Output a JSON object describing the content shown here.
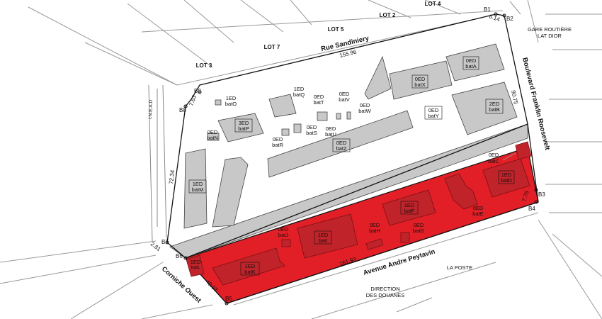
{
  "lots": {
    "lot4": "LOT 4",
    "lot2": "LOT 2",
    "lot5": "LOT 5",
    "lot7": "LOT 7",
    "lot3": "LOT 3"
  },
  "streets": {
    "rue_sandiniery": "Rue Sandiniery",
    "boulevard": "Boulevard Franklin Roosevelt",
    "avenue": "Avenue Andre Peytavin",
    "corniche": "Corniche Ouest",
    "inead": "I.N.E.A.D"
  },
  "places": {
    "gare_line1": "GARE ROUTIÈRE",
    "gare_line2": "LAT DIOR",
    "la_poste": "LA POSTE",
    "douanes_line1": "DIRECTION",
    "douanes_line2": "DES DOUANES"
  },
  "points": {
    "b1": "B1",
    "b2": "B2",
    "b3": "B3",
    "b4": "B4",
    "b5": "B5",
    "b6": "B6",
    "b7": "B7",
    "b8": "B8",
    "b9": "B9"
  },
  "dimensions": {
    "north": "155.96",
    "south": "161.93",
    "west": "72.34",
    "east": "90.75",
    "b1b2": "6.14",
    "b3": "7.76",
    "b6": "2.81",
    "b9": "7.63",
    "sw": "40.97"
  },
  "buildings": [
    {
      "id": "batA",
      "ed": "0ED",
      "name": "batA"
    },
    {
      "id": "batB",
      "ed": "2ED",
      "name": "batB"
    },
    {
      "id": "batC",
      "ed": "0ED",
      "name": "batC"
    },
    {
      "id": "batD",
      "ed": "1ED",
      "name": "batD"
    },
    {
      "id": "batE",
      "ed": "0ED",
      "name": "batE"
    },
    {
      "id": "batF",
      "ed": "1ED",
      "name": "batF"
    },
    {
      "id": "batG",
      "ed": "0ED",
      "name": "batG"
    },
    {
      "id": "batH",
      "ed": "0ED",
      "name": "batH"
    },
    {
      "id": "batI",
      "ed": "1ED",
      "name": "batI"
    },
    {
      "id": "batJ",
      "ed": "0ED",
      "name": "batJ"
    },
    {
      "id": "batK",
      "ed": "1ED",
      "name": "batK"
    },
    {
      "id": "batL",
      "ed": "1ED",
      "name": "batL"
    },
    {
      "id": "batM",
      "ed": "1ED",
      "name": "batM"
    },
    {
      "id": "batN",
      "ed": "0ED",
      "name": "batN"
    },
    {
      "id": "batO",
      "ed": "1ED",
      "name": "batO"
    },
    {
      "id": "batP",
      "ed": "3ED",
      "name": "batP"
    },
    {
      "id": "batQ",
      "ed": "1ED",
      "name": "batQ"
    },
    {
      "id": "batR",
      "ed": "0ED",
      "name": "batR"
    },
    {
      "id": "batS",
      "ed": "0ED",
      "name": "batS"
    },
    {
      "id": "batT",
      "ed": "0ED",
      "name": "batT"
    },
    {
      "id": "batU",
      "ed": "0ED",
      "name": "batU"
    },
    {
      "id": "batV",
      "ed": "0ED",
      "name": "batV"
    },
    {
      "id": "batW",
      "ed": "0ED",
      "name": "batW"
    },
    {
      "id": "batX",
      "ed": "0ED",
      "name": "batX"
    },
    {
      "id": "batY",
      "ed": "0ED",
      "name": "batY"
    },
    {
      "id": "batZ",
      "ed": "0ED",
      "name": "batZ"
    }
  ],
  "colors": {
    "highlight_zone": "#e21f26",
    "building_grey": "#c8c8c8",
    "building_red": "#c0232a"
  }
}
